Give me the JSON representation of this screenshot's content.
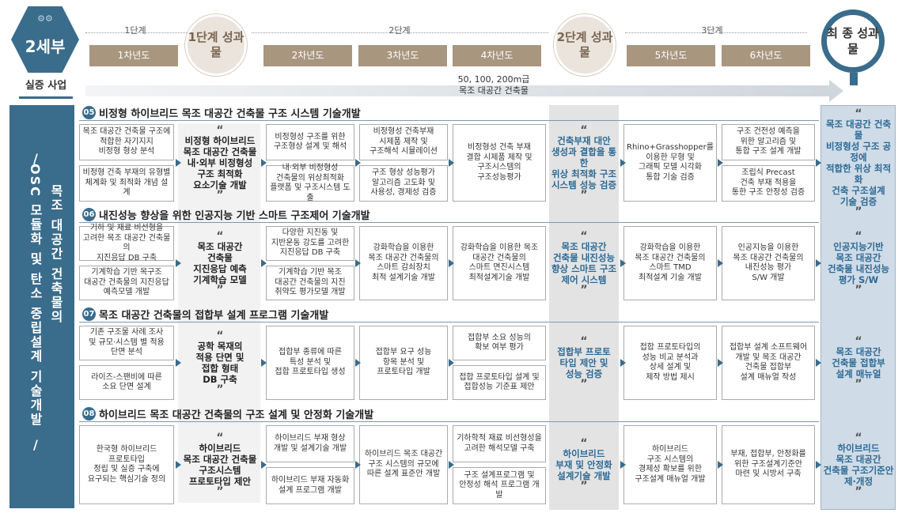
{
  "header": {
    "badge": "2세부",
    "project_label": "실증 사업",
    "stages": [
      "1단계",
      "2단계",
      "3단계"
    ],
    "years": [
      "1차년도",
      "2차년도",
      "3차년도",
      "4차년도",
      "5차년도",
      "6차년도"
    ],
    "stage_results": [
      "1단계\n성과물",
      "2단계\n성과물"
    ],
    "final_result": "최 종\n성과물",
    "note": "50, 100, 200m급\n목조 대공간 건축물",
    "colors": {
      "primary": "#3a6c8c",
      "year_bar": "#a9967f",
      "highlight": "#2d6a96"
    }
  },
  "left_band": {
    "col1": "목조 대공간 건축물의",
    "col2": "OSC 모듈화 및 탄소 중립설계 기술개발"
  },
  "sections": [
    {
      "num": "05",
      "title": "비정형 하이브리드 목조 대공간 건축물 구조 시스템 기술개발",
      "y1": [
        "목조 대공간 건축물 구조에\n적합한 자기지지\n비정형 형상 분석",
        "비정형 건축 부재의 유형별\n체계화 및 최적화 개념 설계"
      ],
      "r1": "비정형 하이브리드 목조 대공간 건축물\n내·외부 비정형성\n구조 최적화\n요소기술 개발",
      "y2": [
        "비정형성 구조를 위한\n구조형상 설계 및 해석",
        "내·외부 비정형성\n건축물의 위상최적화\n플랫폼 및 구조시스템 도출"
      ],
      "y3": [
        "비정형성 건축부재\n시제품 제작 및\n구조해석 시뮬레이션",
        "구조 형상 성능평가\n알고리즘 고도화 및\n사용성, 경제성 검증"
      ],
      "y4": [
        "비정형성 건축 부재\n결합 시제품 제작 및\n구조시스템의\n구조성능평가"
      ],
      "r2": "건축부재 대안\n생성과 결합을 통한\n위상 최적화 구조\n시스템 성능 검증",
      "y5": [
        "Rhino+Grasshopper를\n이용한 무형 및\n그래픽 모델 시각화\n통합 기술 검증"
      ],
      "y6": [
        "구조 건전성 예측을\n위한 알고리즘 및\n통합 구조 설계 개발",
        "조립식 Precast\n건축 부재 적용을\n통한 구조 안정성 검증"
      ],
      "final": "목조 대공간 건축물\n비정형성 구조 공정에\n적합한 위상 최적화\n건축 구조설계\n기술 검증"
    },
    {
      "num": "06",
      "title": "내진성능 향상을 위한 인공지능 기반 스마트 구조제어 기술개발",
      "y1": [
        "기하 및 재료 비선형을\n고려한 목조 대공간 건축물의\n지진응답 DB 구축",
        "기계학습 기반 목구조\n대공간 건축물의 지진응답\n예측모델 개발"
      ],
      "r1": "목조 대공간\n건축물\n지진응답 예측\n기계학습 모델",
      "y2": [
        "다양한 지진동 및\n지반운동 강도를 고려한\n지진응답 DB 구축",
        "기계학습 기반 목조\n대공간 건축물의 지진\n취약도 평가모델 개발"
      ],
      "y3": [
        "강화학습을 이용한\n목조 대공간 건축물의\n스마트 감쇠장치\n최적 설계기술 개발"
      ],
      "y4": [
        "강화학습을 이용한 목조\n대공간 건축물의\n스마트 면진시스템\n최적설계기술 개발"
      ],
      "r2": "목조 대공간\n건축물 내진성능\n향상 스마트 구조\n제어 시스템",
      "y5": [
        "강화학습을 이용한\n목조 대공간 건축물의\n스마트 TMD\n최적설계 기술 개발"
      ],
      "y6": [
        "인공지능을 이용한\n목조 대공간 건축물의\n내진성능 평가\nS/W 개발"
      ],
      "final": "인공지능기반\n목조 대공간\n건축물 내진성능\n평가 S/W"
    },
    {
      "num": "07",
      "title": "목조 대공간 건축물의 접합부 설계 프로그램 기술개발",
      "y1": [
        "기존 구조물 사례 조사\n및 규모·시스템 별 적용\n단면 분석",
        "라이즈-스팬비에 따른\n소요 단면 설계"
      ],
      "r1": "공학 목재의\n적용 단면 및\n접합 형태\nDB 구축",
      "y2": [
        "접합부 종류에 따른\n특성 분석 및\n접합 프로토타입 생성"
      ],
      "y3": [
        "접합부 요구 성능\n항목 분석 및\n프로토타입 개발"
      ],
      "y4": [
        "접합부 소요 성능의\n확보 여부 평가",
        "접합 프로토타입 설계 및\n접합성능 기준표 제안"
      ],
      "r2": "접합부 프로토\n타입 제안 및\n성능 검증",
      "y5": [
        "접합 프로토타입의\n성능 비교 분석과\n상세 설계 및\n제작 방법 제시"
      ],
      "y6": [
        "접합부 설계 소프트웨어\n개발 및 목조 대공간\n건축물 접합부\n설계 매뉴얼 작성"
      ],
      "final": "목조 대공간\n건축물 접합부\n설계 매뉴얼"
    },
    {
      "num": "08",
      "title": "하이브리드 목조 대공간 건축물의 구조 설계 및 안정화 기술개발",
      "y1": [
        "한국형 하이브리드\n프로토타입\n정립 및 실증 구축에\n요구되는 핵심기술 정의"
      ],
      "r1": "하이브리드\n목조 대공간 건축물\n구조시스템\n프로토타입 제안",
      "y2": [
        "하이브리드 부재 형상\n개발 및 설계기술 개발",
        "하이브리드 부재 자동화\n설계 프로그램 개발"
      ],
      "y3": [
        "하이브리드 목조 대공간\n구조 시스템의 규모에\n따른 설계 표준안 개발"
      ],
      "y4": [
        "기하학적 재료 비선형성을\n고려한 해석모델 구축",
        "구조 설계프로그램 및\n안정성 해석 프로그램 개발"
      ],
      "r2": "하이브리드\n부재 및 안정화\n설계기술 개발",
      "y5": [
        "하이브리드\n구조 시스템의\n경제성 확보를 위한\n구조설계 매뉴얼 개발"
      ],
      "y6": [
        "부재, 접합부, 안정화를\n위한 구조설계기준안\n마련 및 시방서 구축"
      ],
      "final": "하이브리드\n목조 대공간\n건축물 구조기준안\n제·개정"
    }
  ]
}
